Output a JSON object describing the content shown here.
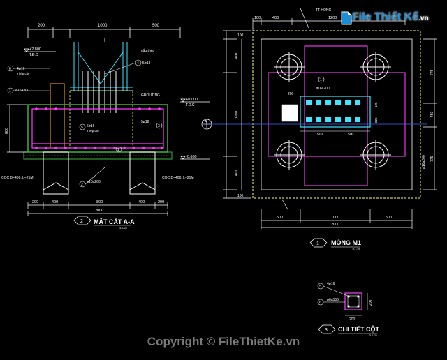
{
  "logo": {
    "text": "File Thiết Kế",
    "suffix": ".vn"
  },
  "copyright": "Copyright © FileThietKe.vn",
  "section_aa": {
    "title": "MẶT CẮT A-A",
    "scale": "TL 1:25",
    "badge": "2",
    "dims_top": [
      "200",
      "1000",
      "500"
    ],
    "dims_bottom1": [
      "200",
      "400",
      "800",
      "400",
      "200"
    ],
    "dim_total": "2000",
    "dim_left": "800",
    "level_top": "+2.800",
    "level_top_label": "T.Đ.C",
    "level_mid": "+0.000",
    "level_mid_label": "T.Đ.C",
    "level_bot": "-0.600",
    "grouting": "GROUTING",
    "steel_cap": "cẩu thép",
    "rebar_4o16": "4ø16",
    "rebar_4o16_sub": "Thép cột",
    "rebar_o16a200": "ø16a200",
    "rebar_5o18": "5ø18",
    "rebar_5o18_2": "5ø18",
    "rebar_o10a200": "ø10a200",
    "rebar_6o16": "6ø16",
    "rebar_6o16_sub": "Thép đai",
    "pile_left": "CỌC D=400, L=21M",
    "pile_right": "CỌC D=400, L=21M",
    "markers": [
      "1",
      "2",
      "3",
      "4",
      "5",
      "6"
    ]
  },
  "plan_m1": {
    "title": "MÓNG M1",
    "scale": "TL 1:25",
    "badge": "1",
    "dims_top": [
      "100",
      "400",
      "1200"
    ],
    "dim_top_label": "TT HỐNG",
    "dims_bottom": [
      "500",
      "1000",
      "500"
    ],
    "dim_total": "2000",
    "dims_left": [
      "100",
      "400",
      "1200",
      "400",
      "100"
    ],
    "dims_right": [
      "775",
      "450",
      "775"
    ],
    "rebar_top": "ø16a200",
    "rebar_right": "ø16a200",
    "inner_dims": [
      "200",
      "500",
      "500",
      "125",
      "225"
    ],
    "marker": "1",
    "axis_label": "A"
  },
  "detail_col": {
    "title": "CHI TIẾT CỘT",
    "scale": "TL 1:25",
    "badge": "3",
    "rebar_main": "4ø16",
    "rebar_tie": "ø6a150",
    "dim_bottom": "200",
    "dim_right": "200",
    "marker_main": "5",
    "marker_tie": "6"
  },
  "colors": {
    "background": "#000000",
    "concrete": "#3cb43c",
    "rebar": "#ff3cff",
    "dims": "#ffffff",
    "pile": "#ffffff",
    "steel": "#3ce6ff",
    "plinth": "#ffff64",
    "axis": "#3c64ff",
    "logo": "#1a8fd8"
  }
}
